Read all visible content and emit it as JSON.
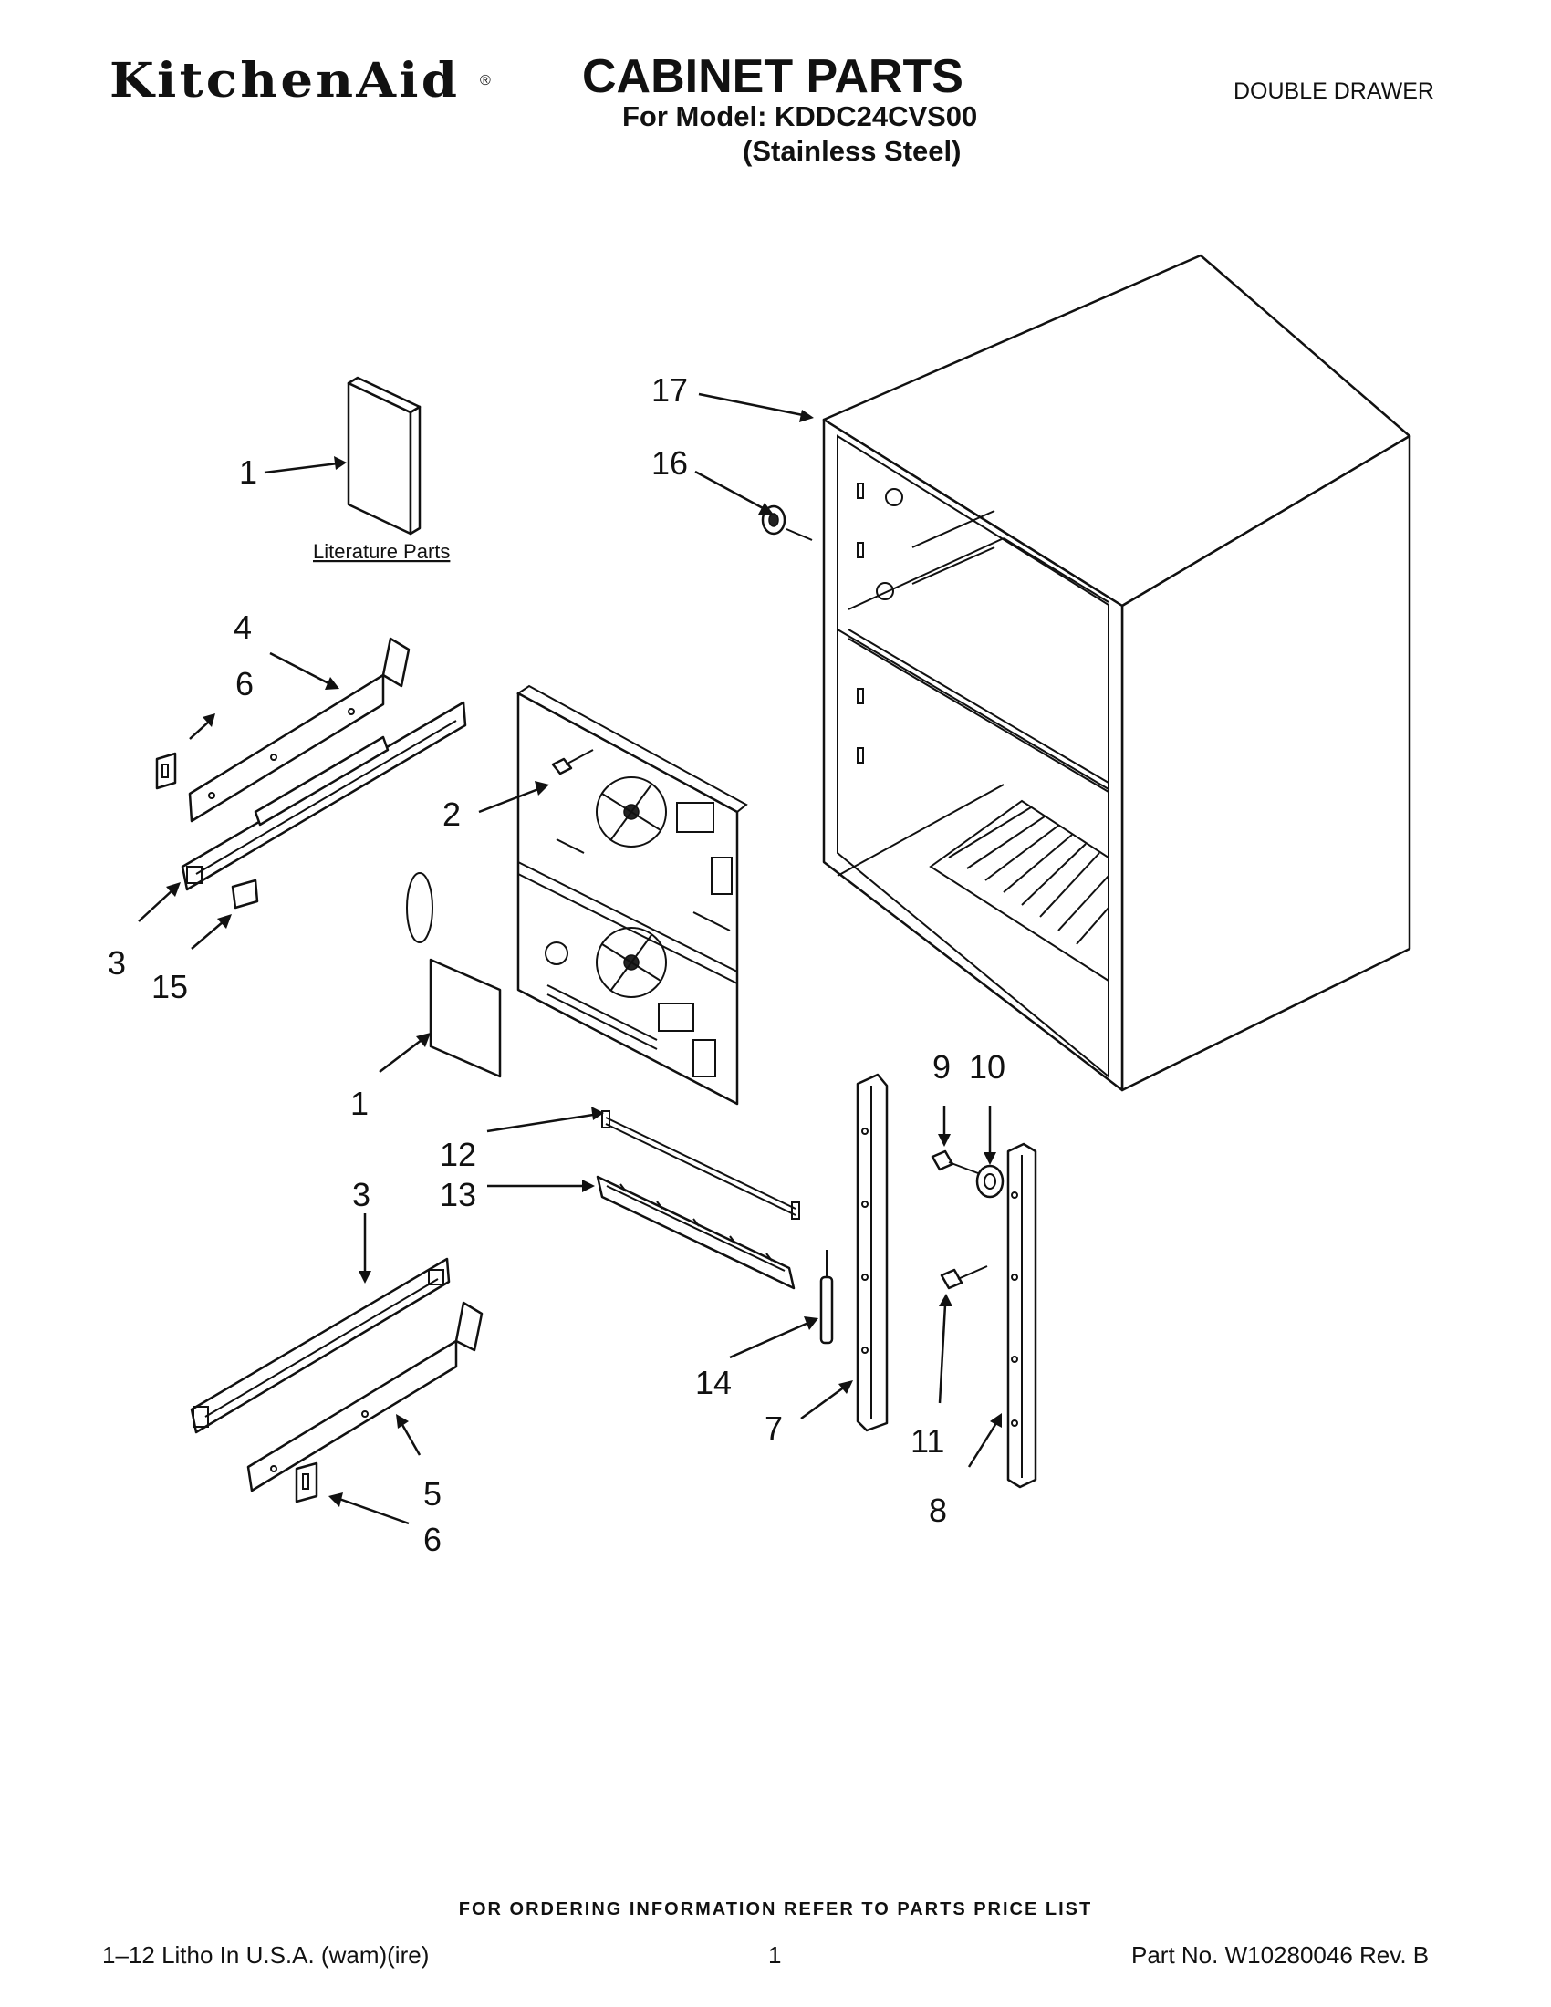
{
  "header": {
    "brand": "KitchenAid",
    "brand_mark": "®",
    "title": "CABINET PARTS",
    "model_line": "For Model: KDDC24CVS00",
    "finish_line": "(Stainless Steel)",
    "variant": "DOUBLE DRAWER"
  },
  "diagram": {
    "literature_label": "Literature Parts",
    "callouts": {
      "c1a": "1",
      "c1b": "1",
      "c2": "2",
      "c3a": "3",
      "c3b": "3",
      "c4": "4",
      "c5": "5",
      "c6a": "6",
      "c6b": "6",
      "c7": "7",
      "c8": "8",
      "c9": "9",
      "c10": "10",
      "c11": "11",
      "c12": "12",
      "c13": "13",
      "c14": "14",
      "c15": "15",
      "c16": "16",
      "c17": "17"
    }
  },
  "footer": {
    "ordering": "FOR ORDERING INFORMATION REFER TO PARTS PRICE LIST",
    "litho": "1–12 Litho In U.S.A. (wam)(ire)",
    "page": "1",
    "part_no": "Part No. W10280046 Rev. B"
  }
}
